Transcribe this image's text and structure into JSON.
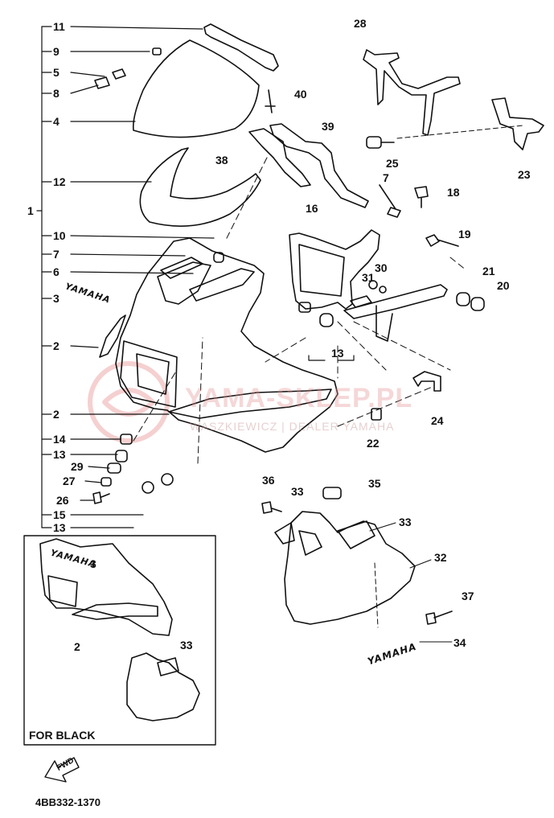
{
  "watermark": {
    "site": "YAMA-SKLEP.PL",
    "tagline": "WASZKIEWICZ | DEALER YAMAHA"
  },
  "diagram_code": "4BB332-1370",
  "inset_title": "FOR BLACK",
  "fwd_label": "FWD",
  "decal_text": "YAMAHA",
  "callouts": {
    "left_column": [
      "11",
      "9",
      "5",
      "8",
      "4",
      "12",
      "1",
      "10",
      "7",
      "6",
      "3",
      "2",
      "2",
      "14",
      "13",
      "29",
      "27",
      "26",
      "15",
      "13"
    ],
    "inset": [
      "3",
      "2",
      "33"
    ],
    "right": [
      "28",
      "40",
      "39",
      "38",
      "25",
      "23",
      "7",
      "18",
      "16",
      "19",
      "30",
      "31",
      "21",
      "20",
      "13",
      "24",
      "22",
      "36",
      "33",
      "35",
      "33",
      "32",
      "37",
      "34"
    ]
  }
}
